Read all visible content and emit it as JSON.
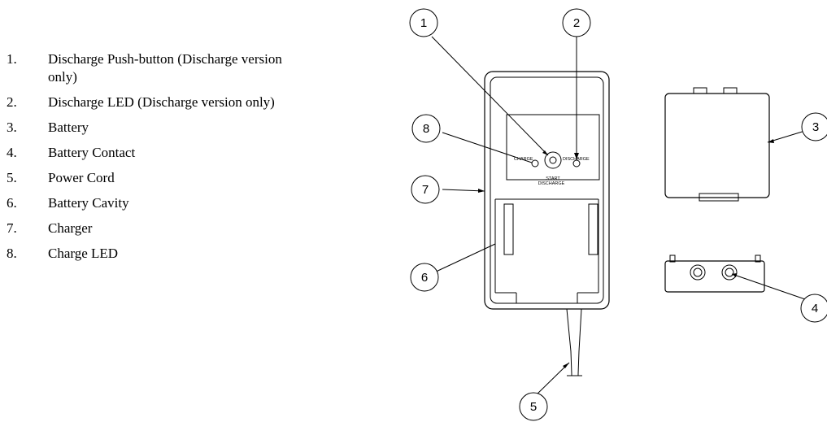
{
  "legend": [
    {
      "num": "1.",
      "text": "Discharge Push-button (Discharge version only)"
    },
    {
      "num": "2.",
      "text": "Discharge LED (Discharge version only)"
    },
    {
      "num": "3.",
      "text": "Battery"
    },
    {
      "num": "4.",
      "text": "Battery Contact"
    },
    {
      "num": "5.",
      "text": "Power Cord"
    },
    {
      "num": "6.",
      "text": "Battery Cavity"
    },
    {
      "num": "7.",
      "text": "Charger"
    },
    {
      "num": "8.",
      "text": "Charge LED"
    }
  ],
  "panel_labels": {
    "charge": "CHARGE",
    "discharge": "DISCHARGE",
    "start": "START",
    "start_discharge": "DISCHARGE"
  },
  "callouts": [
    "1",
    "2",
    "3",
    "4",
    "5",
    "6",
    "7",
    "8"
  ]
}
